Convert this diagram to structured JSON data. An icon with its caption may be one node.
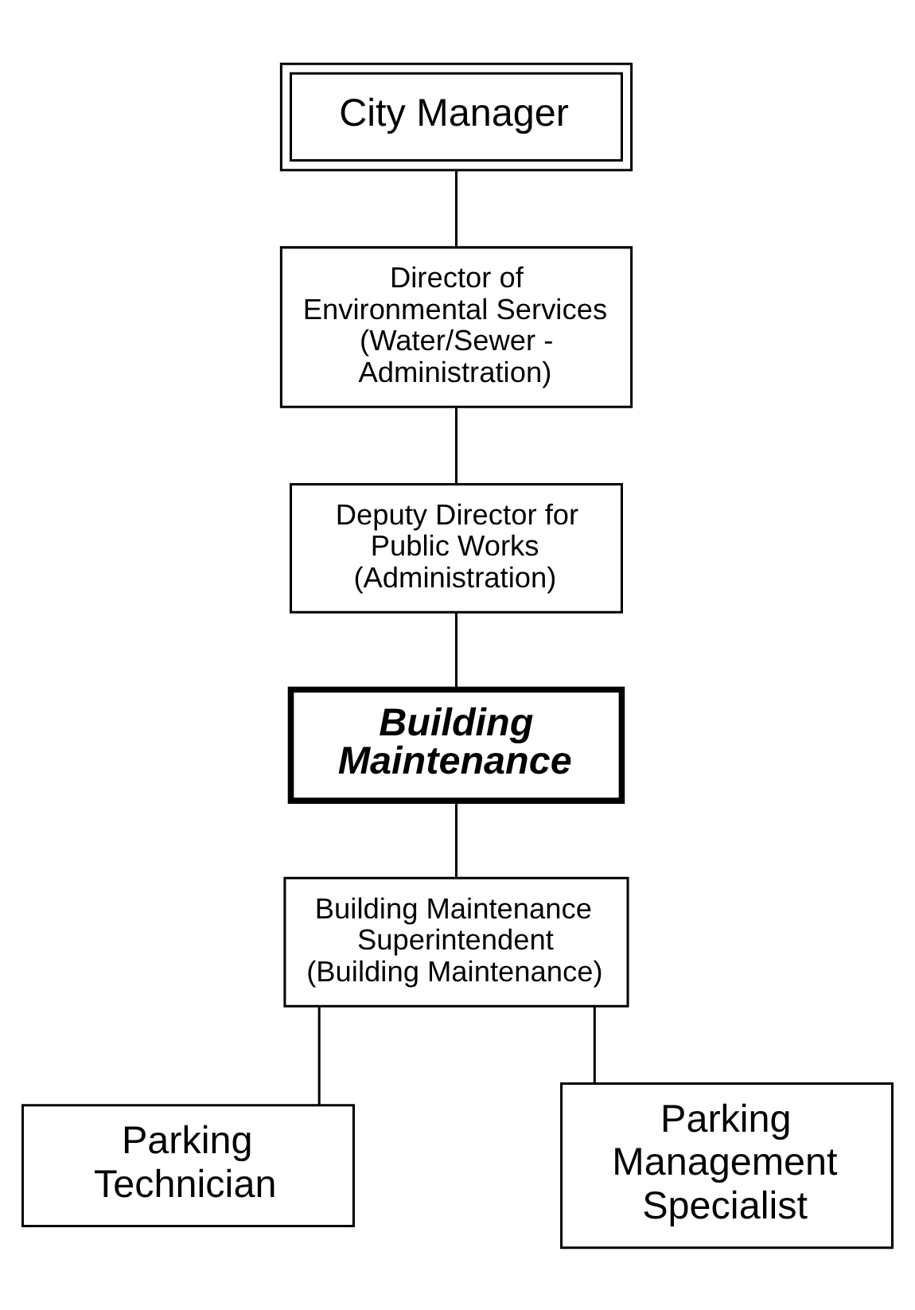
{
  "diagram": {
    "nodes": [
      {
        "text": [
          "City Manager"
        ]
      },
      {
        "text": [
          "Director of Environmental Services (Water/Sewer - Administration)"
        ]
      },
      {
        "text": [
          "Deputy Director for Public Works (Administration)"
        ]
      },
      {
        "text": [
          "Building Maintenance"
        ]
      },
      {
        "text": [
          "Building Maintenance Superintendent (Building Maintenance)"
        ]
      },
      {
        "text": [
          "Parking Technician"
        ]
      },
      {
        "text": [
          "Parking Management Specialist"
        ]
      }
    ],
    "edges": [
      {
        "from": 0,
        "to": 1,
        "arrow": "none"
      },
      {
        "from": 1,
        "to": 2,
        "arrow": "none"
      },
      {
        "from": 2,
        "to": 3,
        "arrow": "none"
      },
      {
        "from": 3,
        "to": 4,
        "arrow": "none"
      },
      {
        "from": 4,
        "to": 5,
        "arrow": "none"
      },
      {
        "from": 4,
        "to": 6,
        "arrow": "none"
      }
    ]
  }
}
